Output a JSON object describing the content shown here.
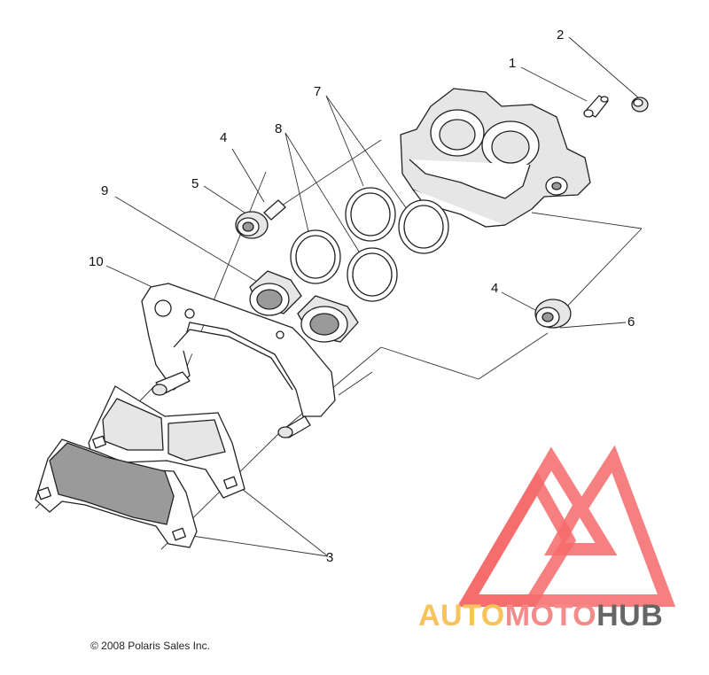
{
  "callouts": [
    "1",
    "2",
    "3",
    "4",
    "5",
    "6",
    "7",
    "8",
    "9",
    "10"
  ],
  "copyright": "© 2008 Polaris Sales Inc.",
  "watermark": {
    "part1": "AUTO",
    "part2": "MOTO",
    "part3": "HUB",
    "colors": {
      "auto": "#f7c35a",
      "moto": "#f48a8a",
      "hub": "#666666",
      "logo": "#f46a6a"
    }
  }
}
